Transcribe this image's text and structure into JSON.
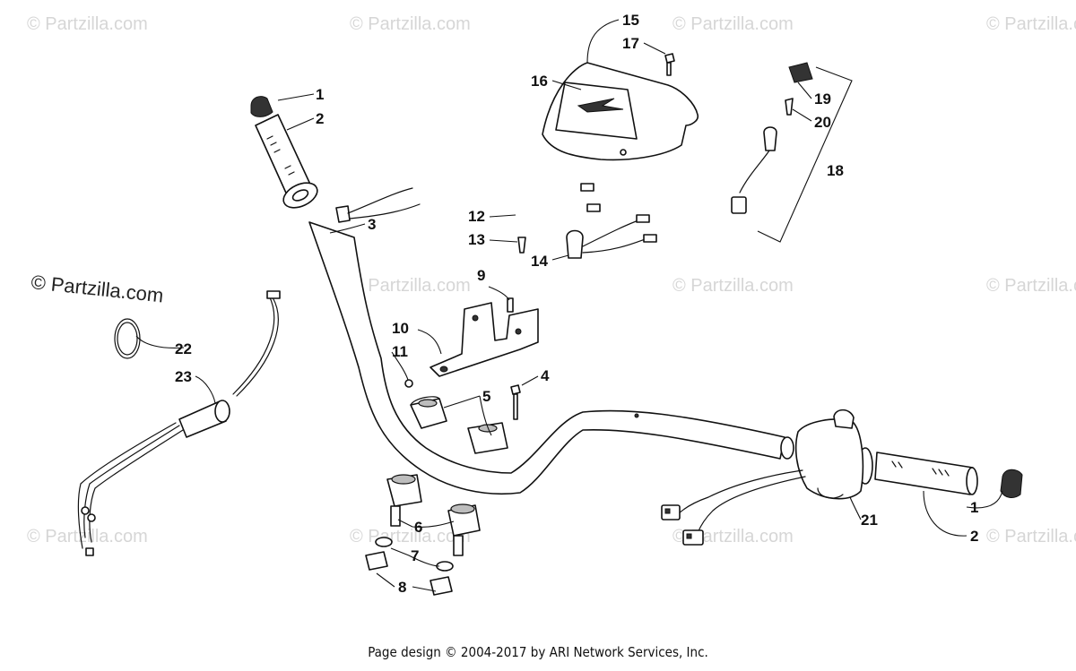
{
  "watermark": {
    "text": "© Partzilla.com",
    "main_text": "© Partzilla.com"
  },
  "footer": {
    "text": "Page design © 2004-2017 by ARI Network Services, Inc."
  },
  "callouts": {
    "c1a": "1",
    "c2a": "2",
    "c3": "3",
    "c4": "4",
    "c5": "5",
    "c6": "6",
    "c7": "7",
    "c8": "8",
    "c9": "9",
    "c10": "10",
    "c11": "11",
    "c12": "12",
    "c13": "13",
    "c14": "14",
    "c15": "15",
    "c16": "16",
    "c17": "17",
    "c18": "18",
    "c19": "19",
    "c20": "20",
    "c21": "21",
    "c22": "22",
    "c23": "23",
    "c1b": "1",
    "c2b": "2"
  }
}
